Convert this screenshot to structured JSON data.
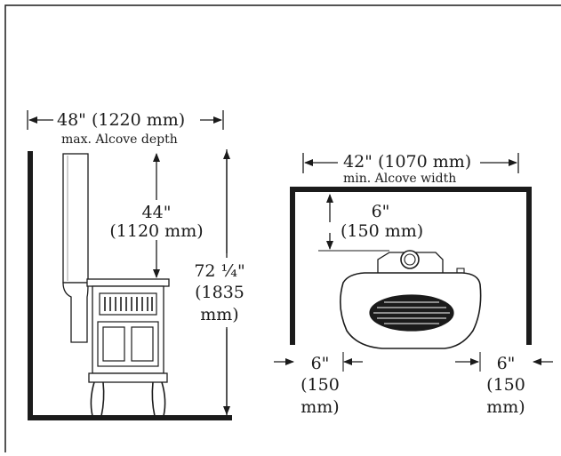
{
  "side_view": {
    "depth_dimension": "48\" (1220 mm)",
    "depth_caption": "max. Alcove depth",
    "top_clearance_line1": "44\"",
    "top_clearance_line2": "(1120 mm)",
    "height_line1": "72 ¼\"",
    "height_line2": "(1835",
    "height_line3": "mm)"
  },
  "top_view": {
    "width_dimension": "42\" (1070 mm)",
    "width_caption": "min. Alcove width",
    "rear_clearance_line1": "6\"",
    "rear_clearance_line2": "(150 mm)",
    "left_side_line1": "6\"",
    "left_side_line2": "(150",
    "left_side_line3": "mm)",
    "right_side_line1": "6\"",
    "right_side_line2": "(150",
    "right_side_line3": "mm)"
  },
  "colors": {
    "ink": "#1b1b1b",
    "paper": "#ffffff"
  }
}
